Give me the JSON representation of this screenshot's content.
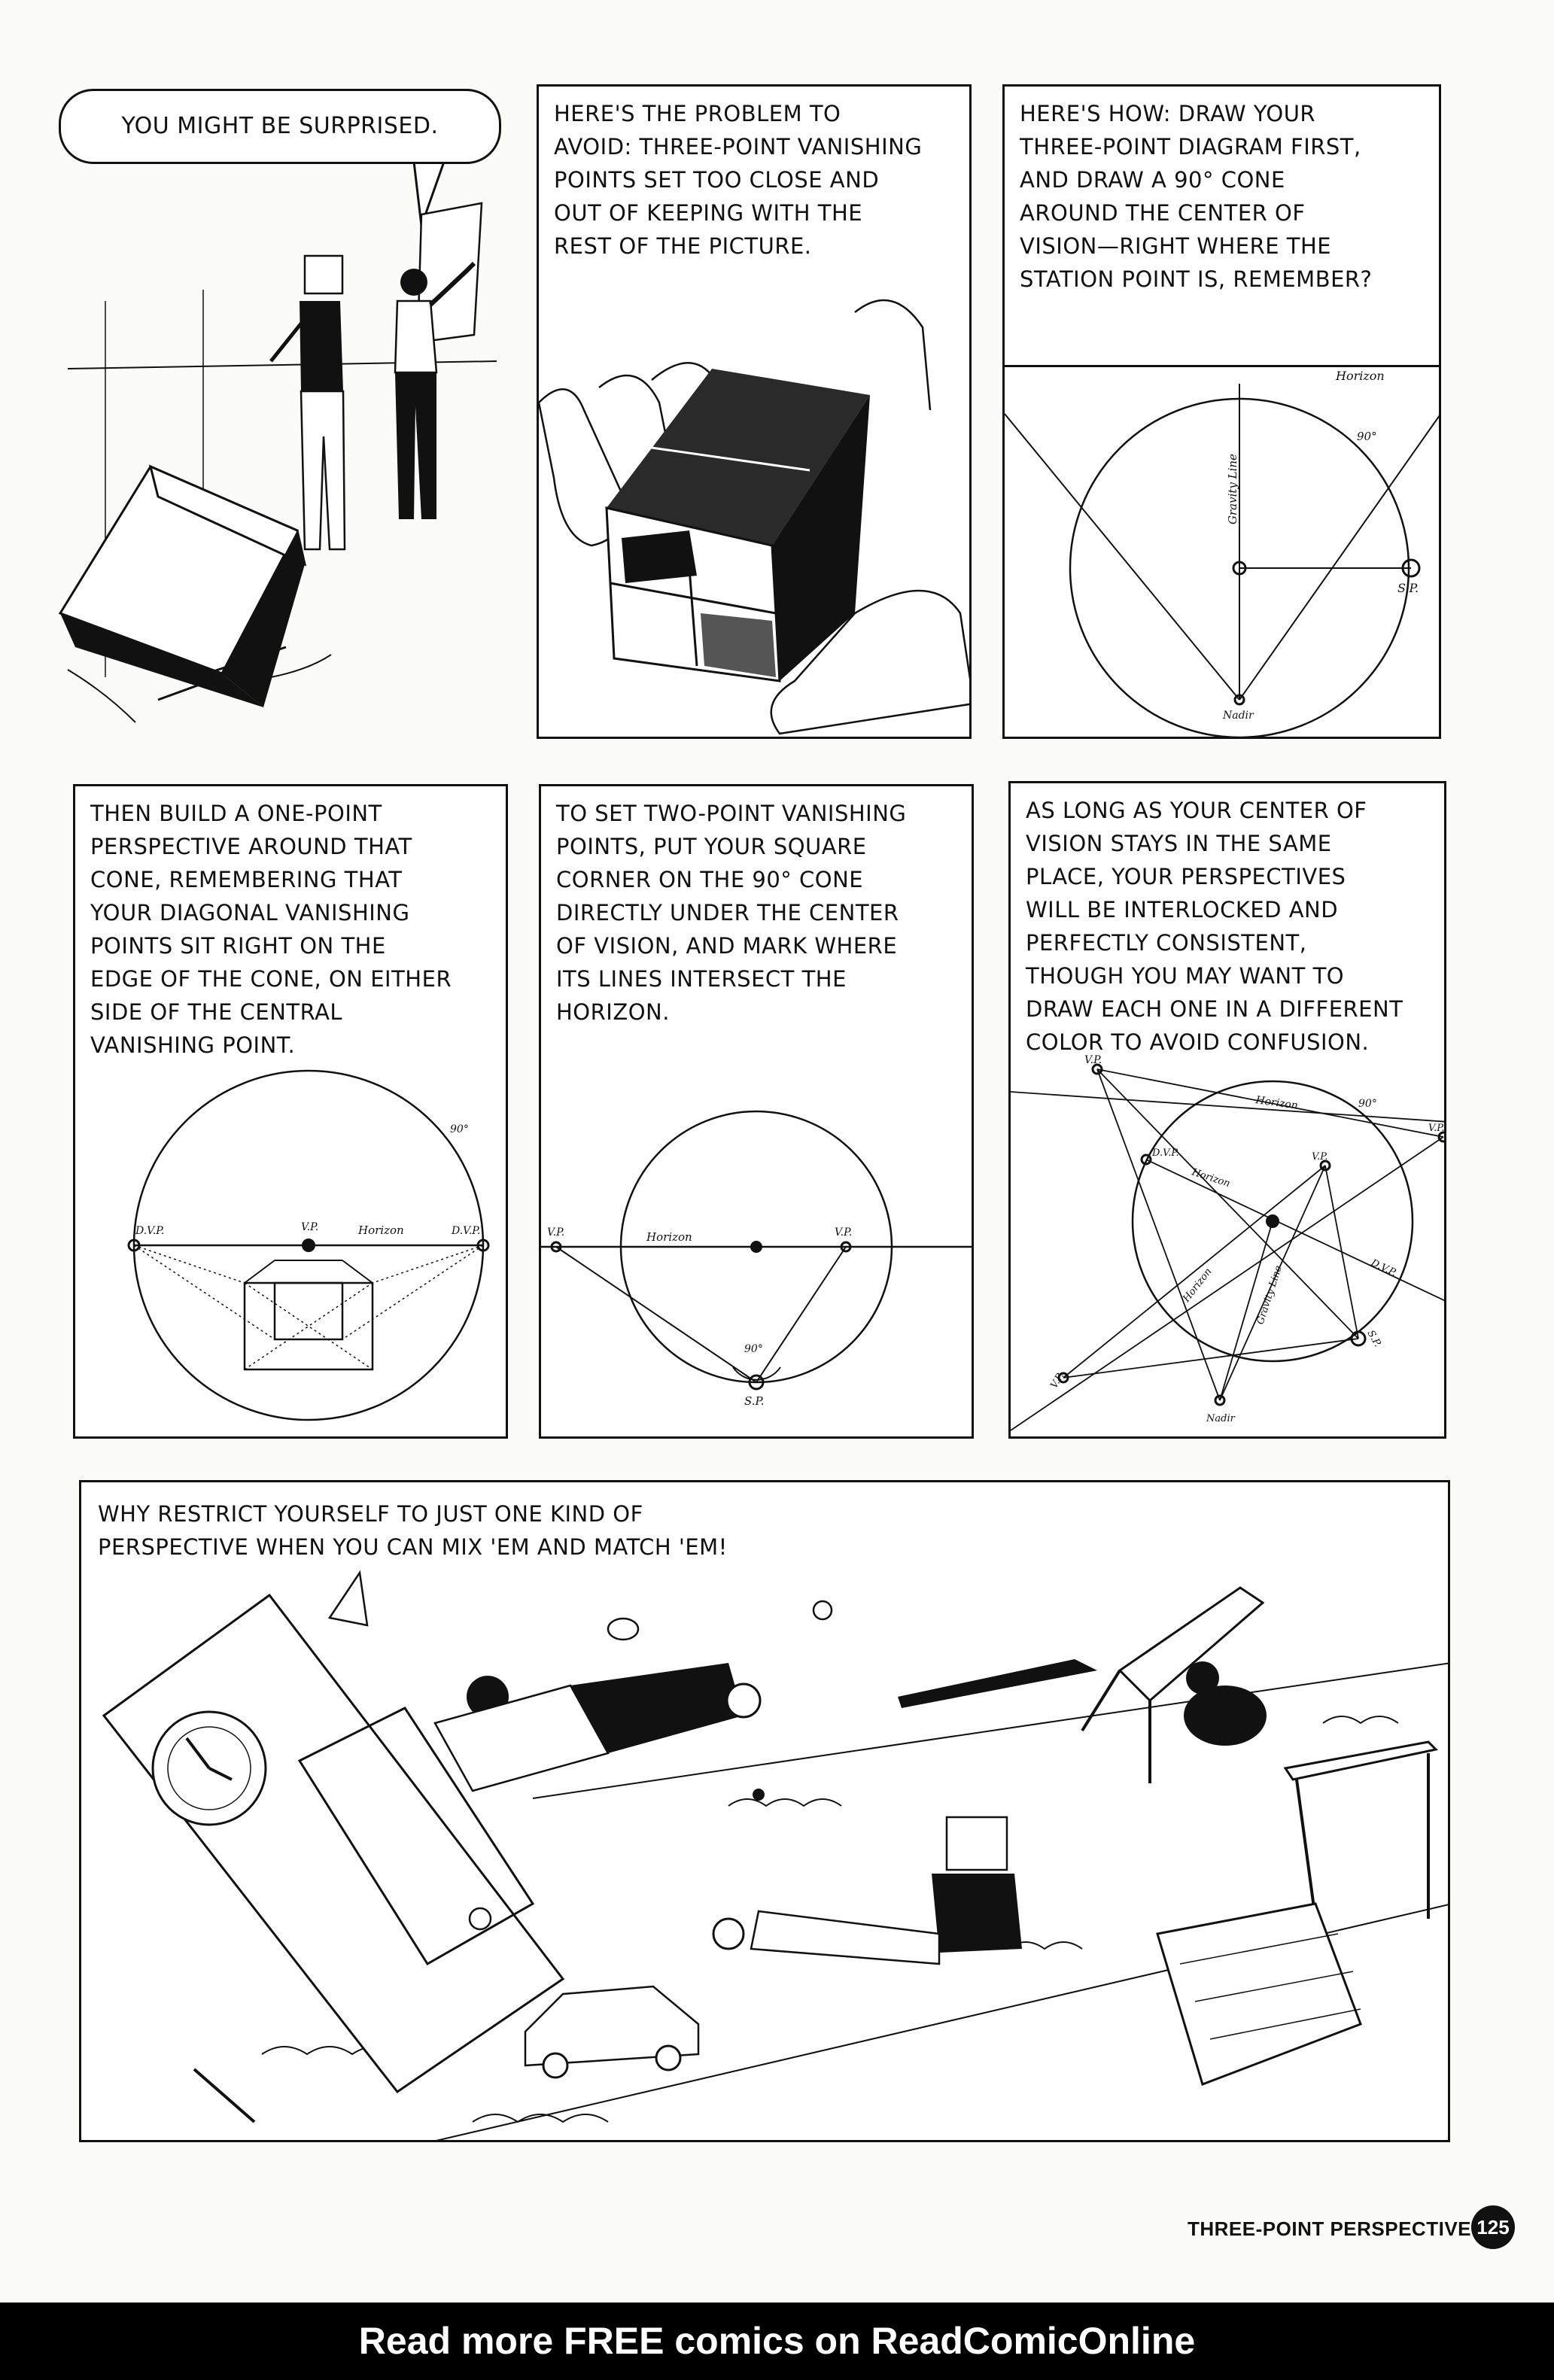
{
  "panels": {
    "p1": {
      "bubble": "YOU MIGHT BE SURPRISED."
    },
    "p2": {
      "caption": "HERE'S THE PROBLEM TO\nAVOID: THREE-POINT VANISHING\nPOINTS SET TOO CLOSE AND\nOUT OF KEEPING WITH THE\nREST OF THE PICTURE."
    },
    "p3": {
      "caption": "HERE'S HOW: DRAW YOUR\nTHREE-POINT DIAGRAM FIRST,\nAND DRAW A 90° CONE\nAROUND THE CENTER OF\nVISION—RIGHT WHERE THE\nSTATION POINT IS, REMEMBER?",
      "labels": {
        "horizon": "Horizon",
        "gravity": "Gravity Line",
        "deg": "90°",
        "sp": "S.P.",
        "nadir": "Nadir"
      }
    },
    "p4": {
      "caption": "THEN BUILD A ONE-POINT\nPERSPECTIVE AROUND THAT\nCONE, REMEMBERING THAT\nYOUR DIAGONAL VANISHING\nPOINTS SIT RIGHT ON THE\nEDGE OF THE CONE, ON EITHER\nSIDE OF THE CENTRAL\nVANISHING POINT.",
      "labels": {
        "dvp_left": "D.V.P.",
        "vp": "V.P.",
        "horizon": "Horizon",
        "dvp_right": "D.V.P.",
        "deg": "90°"
      }
    },
    "p5": {
      "caption": "TO SET TWO-POINT VANISHING\nPOINTS, PUT YOUR SQUARE\nCORNER ON THE 90° CONE\nDIRECTLY UNDER THE CENTER\nOF VISION, AND MARK WHERE\nITS LINES INTERSECT THE\nHORIZON.",
      "labels": {
        "vp_left": "V.P.",
        "horizon": "Horizon",
        "vp_right": "V.P.",
        "deg": "90°",
        "sp": "S.P."
      }
    },
    "p6": {
      "caption": "AS LONG AS YOUR CENTER OF\nVISION STAYS IN THE SAME\nPLACE, YOUR PERSPECTIVES\nWILL BE INTERLOCKED AND\nPERFECTLY CONSISTENT,\nTHOUGH YOU MAY WANT TO\nDRAW EACH ONE IN A DIFFERENT\nCOLOR TO AVOID CONFUSION.",
      "labels": {
        "vp_top": "V.P.",
        "horizon_a": "Horizon",
        "deg": "90°",
        "vp_right": "V.P.",
        "dvp": "D.V.P.",
        "horizon_b": "Horizon",
        "vp_mid": "V.P.",
        "horizon_c": "Horizon",
        "gravity": "Gravity Line",
        "dvp_right": "D.V.P.",
        "sp": "S.P.",
        "vp_left": "V.P.",
        "nadir": "Nadir"
      }
    },
    "p7": {
      "caption": "WHY RESTRICT YOURSELF TO JUST ONE KIND OF\nPERSPECTIVE WHEN YOU CAN MIX 'EM AND MATCH 'EM!"
    }
  },
  "footer": {
    "section": "THREE-POINT PERSPECTIVE",
    "page": "125"
  },
  "banner": "Read more FREE comics on ReadComicOnline"
}
